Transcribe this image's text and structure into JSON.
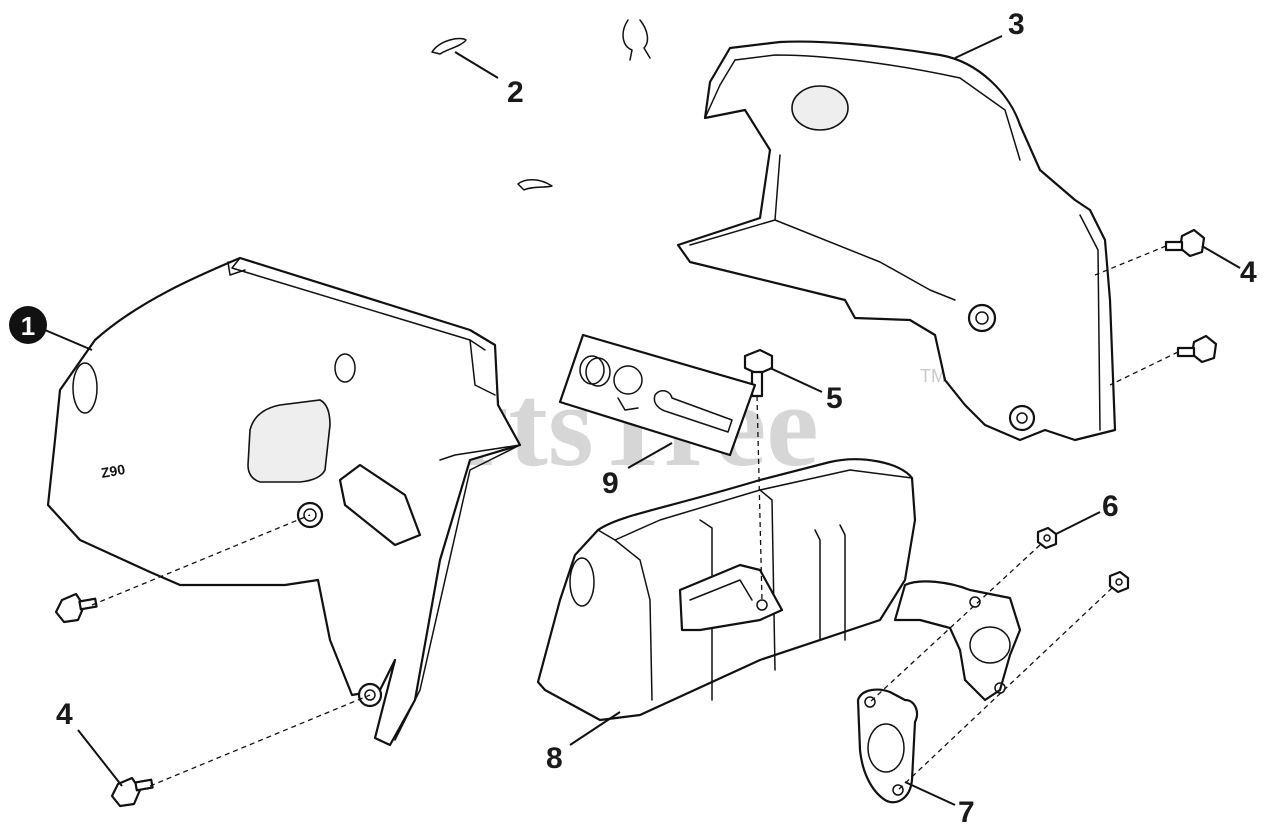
{
  "watermark": {
    "text": "PartsTree",
    "trademark": "TM"
  },
  "callouts": [
    {
      "id": "1",
      "label": "1",
      "circled": true
    },
    {
      "id": "2",
      "label": "2"
    },
    {
      "id": "3",
      "label": "3"
    },
    {
      "id": "4a",
      "label": "4"
    },
    {
      "id": "4b",
      "label": "4"
    },
    {
      "id": "5",
      "label": "5"
    },
    {
      "id": "6",
      "label": "6"
    },
    {
      "id": "7",
      "label": "7"
    },
    {
      "id": "8",
      "label": "8"
    },
    {
      "id": "9",
      "label": "9"
    }
  ],
  "part_marking": "Z90"
}
